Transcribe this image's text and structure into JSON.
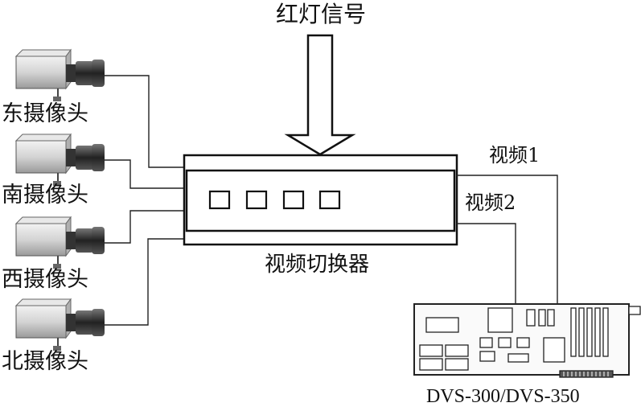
{
  "diagram": {
    "top_signal": "红灯信号",
    "switcher_label": "视频切换器",
    "video1": "视频1",
    "video2": "视频2",
    "card_model": "DVS-300/DVS-350",
    "cameras": [
      {
        "label": "东摄像头"
      },
      {
        "label": "南摄像头"
      },
      {
        "label": "西摄像头"
      },
      {
        "label": "北摄像头"
      }
    ]
  }
}
